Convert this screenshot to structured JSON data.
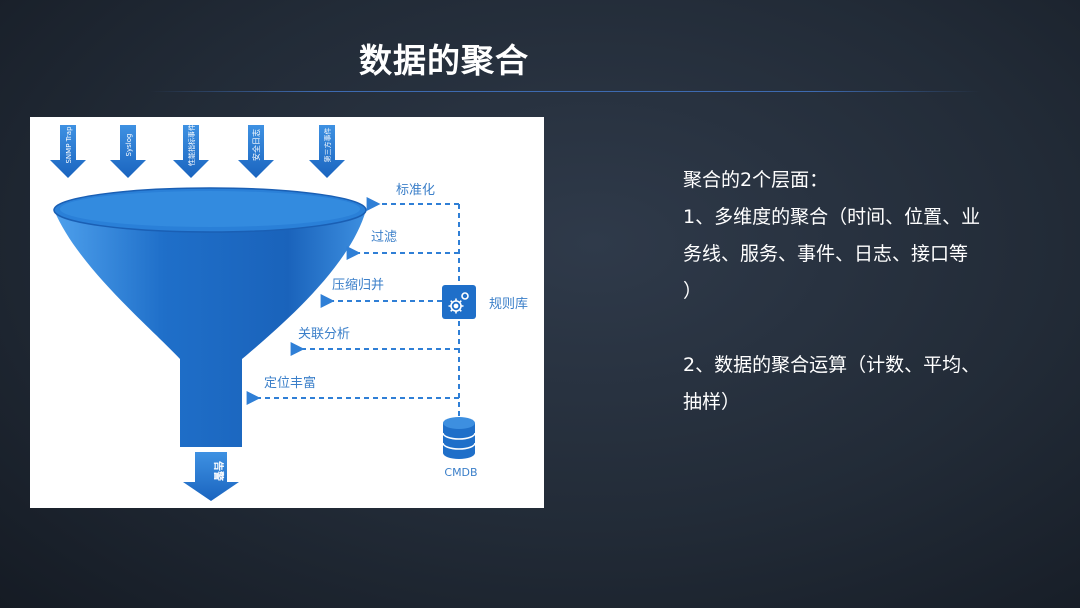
{
  "title": "数据的聚合",
  "diagram": {
    "inputs": [
      "SNMP Trap",
      "Syslog",
      "性能指标事件",
      "安全日志",
      "第三方事件"
    ],
    "steps": [
      "标准化",
      "过滤",
      "压缩归并",
      "关联分析",
      "定位丰富"
    ],
    "rules_label": "规则库",
    "cmdb_label": "CMDB",
    "output_label": "告警"
  },
  "text": {
    "intro": "聚合的2个层面：",
    "item1_line1": "1、多维度的聚合（时间、位置、业",
    "item1_line2": "务线、服务、事件、日志、接口等",
    "item1_line3": "）",
    "item2_line1": "2、数据的聚合运算（计数、平均、",
    "item2_line2": "抽样）"
  },
  "colors": {
    "funnel_blue": "#1f6fc9",
    "dashed_blue": "#2f7fd6",
    "label_blue": "#3b7fc9"
  }
}
